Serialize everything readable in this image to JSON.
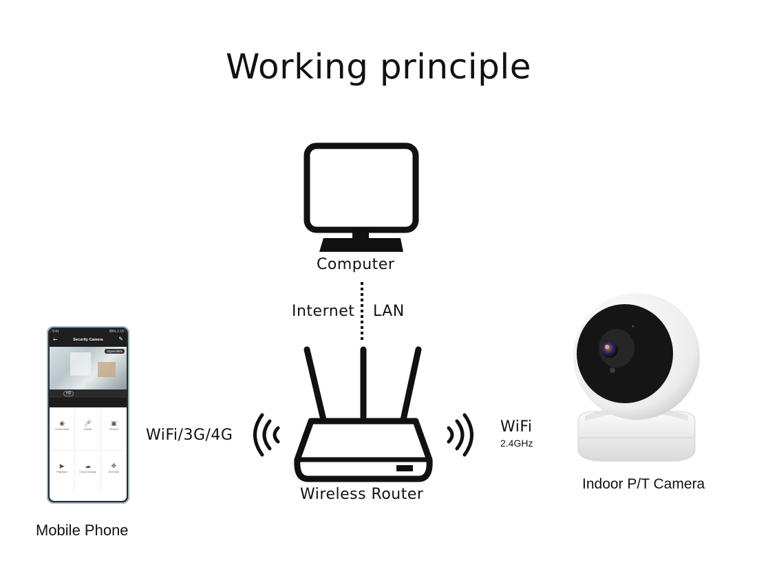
{
  "title": "Working principle",
  "nodes": {
    "computer": "Computer",
    "router": "Wireless Router",
    "phone": "Mobile Phone",
    "camera": "Indoor P/T Camera"
  },
  "links": {
    "internet": "Internet",
    "lan": "LAN",
    "phone_link": "WiFi/3G/4G",
    "camera_link": "WiFi",
    "camera_band": "2.4GHz"
  },
  "phone_screen": {
    "status_time": "9:41",
    "status_right": "85% 1:15",
    "app_title": "Security Camera",
    "signal": "Signal 85%",
    "quality": "HD",
    "controls": [
      "Screenshot",
      "Speak",
      "Record",
      "Playback",
      "Cloud storage",
      "Direction"
    ]
  },
  "colors": {
    "ink": "#111111",
    "camera_body": "#f2f2f2",
    "camera_face": "#1a1a1a"
  }
}
